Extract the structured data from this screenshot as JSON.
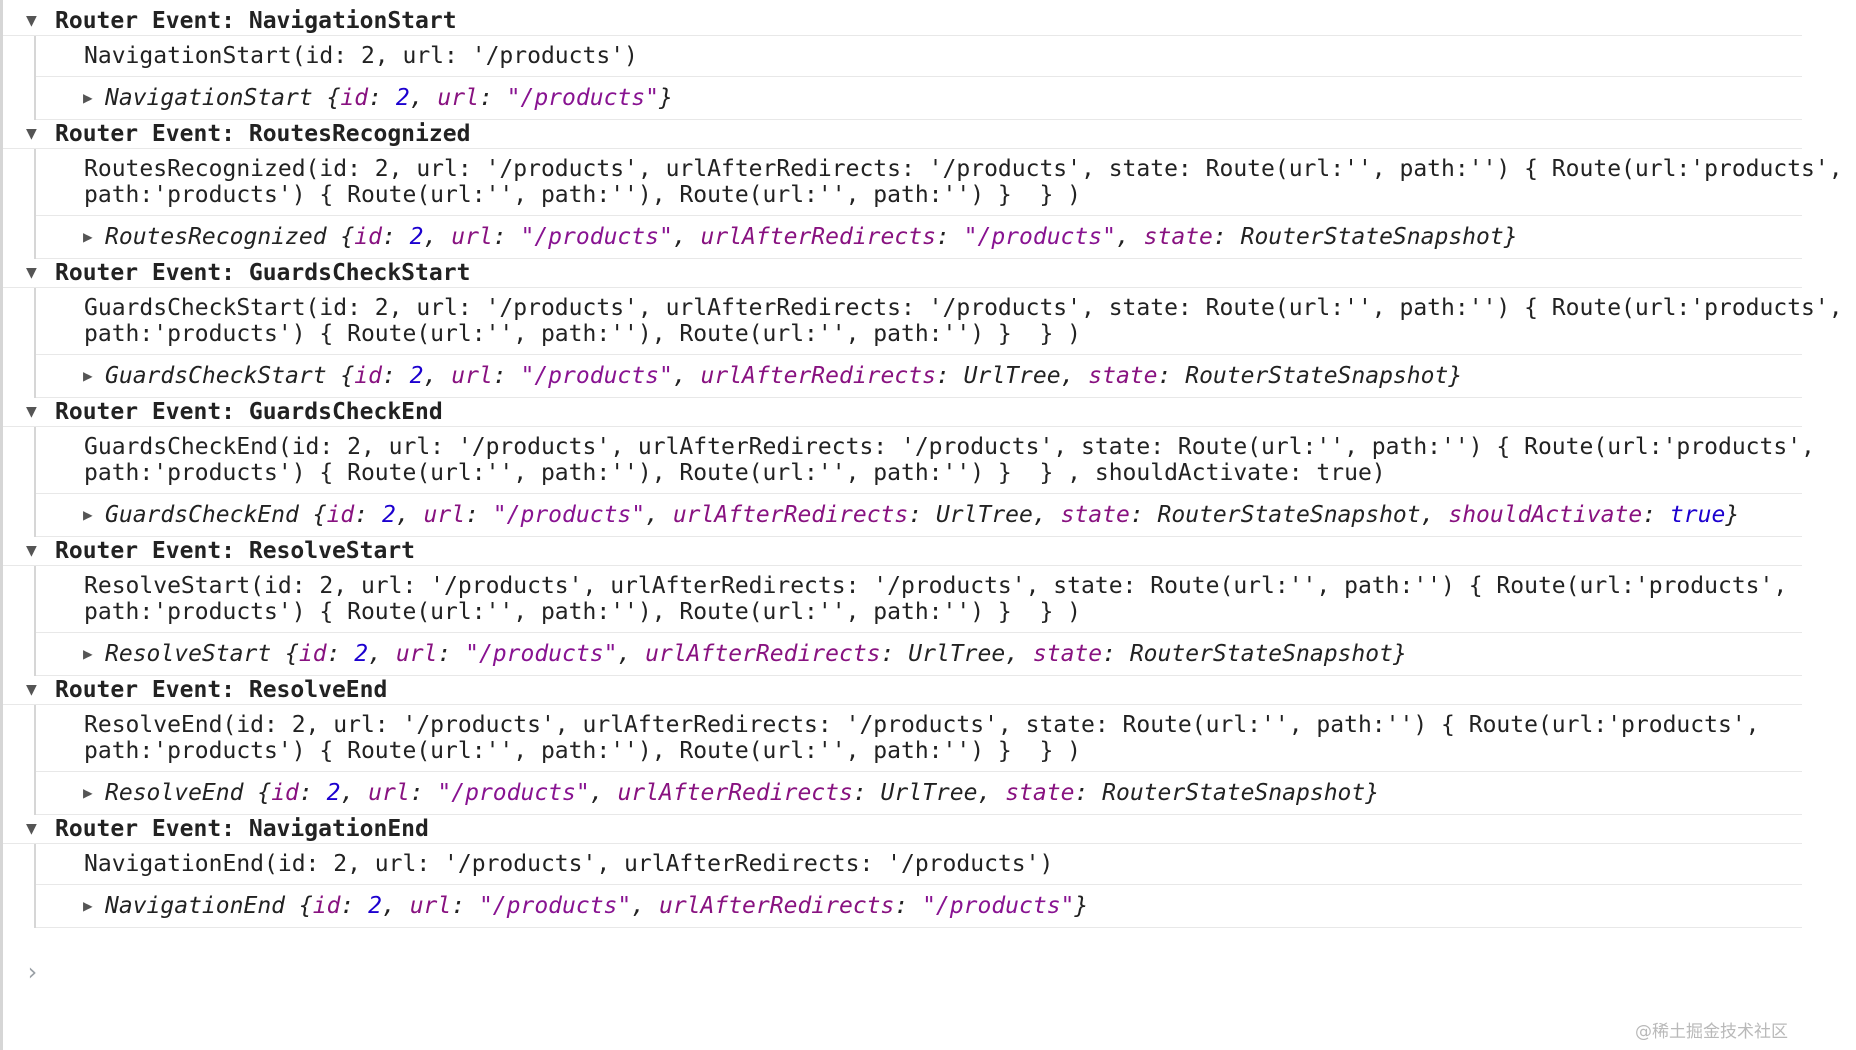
{
  "console": {
    "groups": [
      {
        "title": "Router Event: NavigationStart",
        "message": "NavigationStart(id: 2, url: '/products')",
        "object": {
          "class": "NavigationStart",
          "props": [
            {
              "key": "id",
              "value": "2",
              "type": "number"
            },
            {
              "key": "url",
              "value": "\"/products\"",
              "type": "string"
            }
          ]
        }
      },
      {
        "title": "Router Event: RoutesRecognized",
        "message": "RoutesRecognized(id: 2, url: '/products', urlAfterRedirects: '/products', state: Route(url:'', path:'') { Route(url:'products', \npath:'products') { Route(url:'', path:''), Route(url:'', path:'') }  } )",
        "object": {
          "class": "RoutesRecognized",
          "props": [
            {
              "key": "id",
              "value": "2",
              "type": "number"
            },
            {
              "key": "url",
              "value": "\"/products\"",
              "type": "string"
            },
            {
              "key": "urlAfterRedirects",
              "value": "\"/products\"",
              "type": "string"
            },
            {
              "key": "state",
              "value": "RouterStateSnapshot",
              "type": "object"
            }
          ]
        }
      },
      {
        "title": "Router Event: GuardsCheckStart",
        "message": "GuardsCheckStart(id: 2, url: '/products', urlAfterRedirects: '/products', state: Route(url:'', path:'') { Route(url:'products', \npath:'products') { Route(url:'', path:''), Route(url:'', path:'') }  } )",
        "object": {
          "class": "GuardsCheckStart",
          "props": [
            {
              "key": "id",
              "value": "2",
              "type": "number"
            },
            {
              "key": "url",
              "value": "\"/products\"",
              "type": "string"
            },
            {
              "key": "urlAfterRedirects",
              "value": "UrlTree",
              "type": "object"
            },
            {
              "key": "state",
              "value": "RouterStateSnapshot",
              "type": "object"
            }
          ]
        }
      },
      {
        "title": "Router Event: GuardsCheckEnd",
        "message": "GuardsCheckEnd(id: 2, url: '/products', urlAfterRedirects: '/products', state: Route(url:'', path:'') { Route(url:'products', \npath:'products') { Route(url:'', path:''), Route(url:'', path:'') }  } , shouldActivate: true)",
        "object": {
          "class": "GuardsCheckEnd",
          "props": [
            {
              "key": "id",
              "value": "2",
              "type": "number"
            },
            {
              "key": "url",
              "value": "\"/products\"",
              "type": "string"
            },
            {
              "key": "urlAfterRedirects",
              "value": "UrlTree",
              "type": "object"
            },
            {
              "key": "state",
              "value": "RouterStateSnapshot",
              "type": "object"
            },
            {
              "key": "shouldActivate",
              "value": "true",
              "type": "boolean"
            }
          ]
        }
      },
      {
        "title": "Router Event: ResolveStart",
        "message": "ResolveStart(id: 2, url: '/products', urlAfterRedirects: '/products', state: Route(url:'', path:'') { Route(url:'products', \npath:'products') { Route(url:'', path:''), Route(url:'', path:'') }  } )",
        "object": {
          "class": "ResolveStart",
          "props": [
            {
              "key": "id",
              "value": "2",
              "type": "number"
            },
            {
              "key": "url",
              "value": "\"/products\"",
              "type": "string"
            },
            {
              "key": "urlAfterRedirects",
              "value": "UrlTree",
              "type": "object"
            },
            {
              "key": "state",
              "value": "RouterStateSnapshot",
              "type": "object"
            }
          ]
        }
      },
      {
        "title": "Router Event: ResolveEnd",
        "message": "ResolveEnd(id: 2, url: '/products', urlAfterRedirects: '/products', state: Route(url:'', path:'') { Route(url:'products', \npath:'products') { Route(url:'', path:''), Route(url:'', path:'') }  } )",
        "object": {
          "class": "ResolveEnd",
          "props": [
            {
              "key": "id",
              "value": "2",
              "type": "number"
            },
            {
              "key": "url",
              "value": "\"/products\"",
              "type": "string"
            },
            {
              "key": "urlAfterRedirects",
              "value": "UrlTree",
              "type": "object"
            },
            {
              "key": "state",
              "value": "RouterStateSnapshot",
              "type": "object"
            }
          ]
        }
      },
      {
        "title": "Router Event: NavigationEnd",
        "message": "NavigationEnd(id: 2, url: '/products', urlAfterRedirects: '/products')",
        "object": {
          "class": "NavigationEnd",
          "props": [
            {
              "key": "id",
              "value": "2",
              "type": "number"
            },
            {
              "key": "url",
              "value": "\"/products\"",
              "type": "string"
            },
            {
              "key": "urlAfterRedirects",
              "value": "\"/products\"",
              "type": "string"
            }
          ]
        }
      }
    ],
    "prompt_symbol": "›",
    "group_toggle_icon": "triangle-down-icon",
    "object_toggle_icon": "triangle-right-icon"
  },
  "watermark": "@稀土掘金技术社区",
  "colors": {
    "key": "#881280",
    "string": "#881391",
    "number": "#1c00cf",
    "text": "#222222",
    "border": "#e8e8e8"
  }
}
